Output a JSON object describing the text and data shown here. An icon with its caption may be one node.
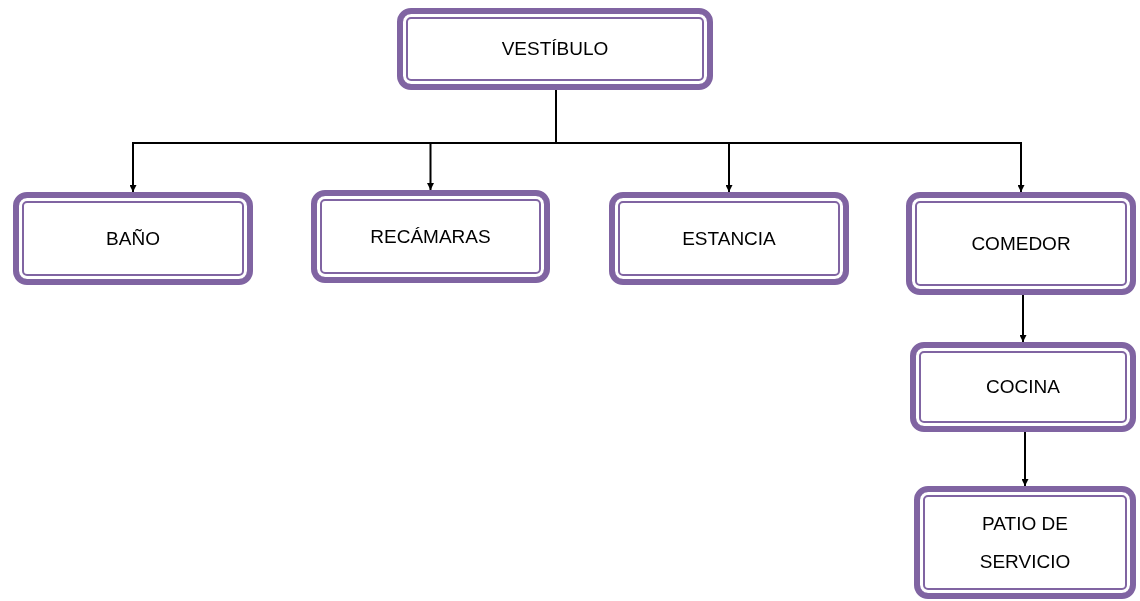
{
  "diagram": {
    "nodes": [
      {
        "text": [
          "VESTÍBULO"
        ]
      },
      {
        "text": [
          "BAÑO"
        ]
      },
      {
        "text": [
          "RECÁMARAS"
        ]
      },
      {
        "text": [
          "ESTANCIA"
        ]
      },
      {
        "text": [
          "COMEDOR"
        ]
      },
      {
        "text": [
          "COCINA"
        ]
      },
      {
        "text": [
          "PATIO DE SERVICIO"
        ]
      }
    ],
    "edges": [
      {
        "from": 0,
        "to": 1,
        "arrow": "to"
      },
      {
        "from": 0,
        "to": 2,
        "arrow": "to"
      },
      {
        "from": 0,
        "to": 3,
        "arrow": "to"
      },
      {
        "from": 0,
        "to": 4,
        "arrow": "to"
      },
      {
        "from": 4,
        "to": 5,
        "arrow": "to"
      },
      {
        "from": 5,
        "to": 6,
        "arrow": "to"
      }
    ]
  }
}
